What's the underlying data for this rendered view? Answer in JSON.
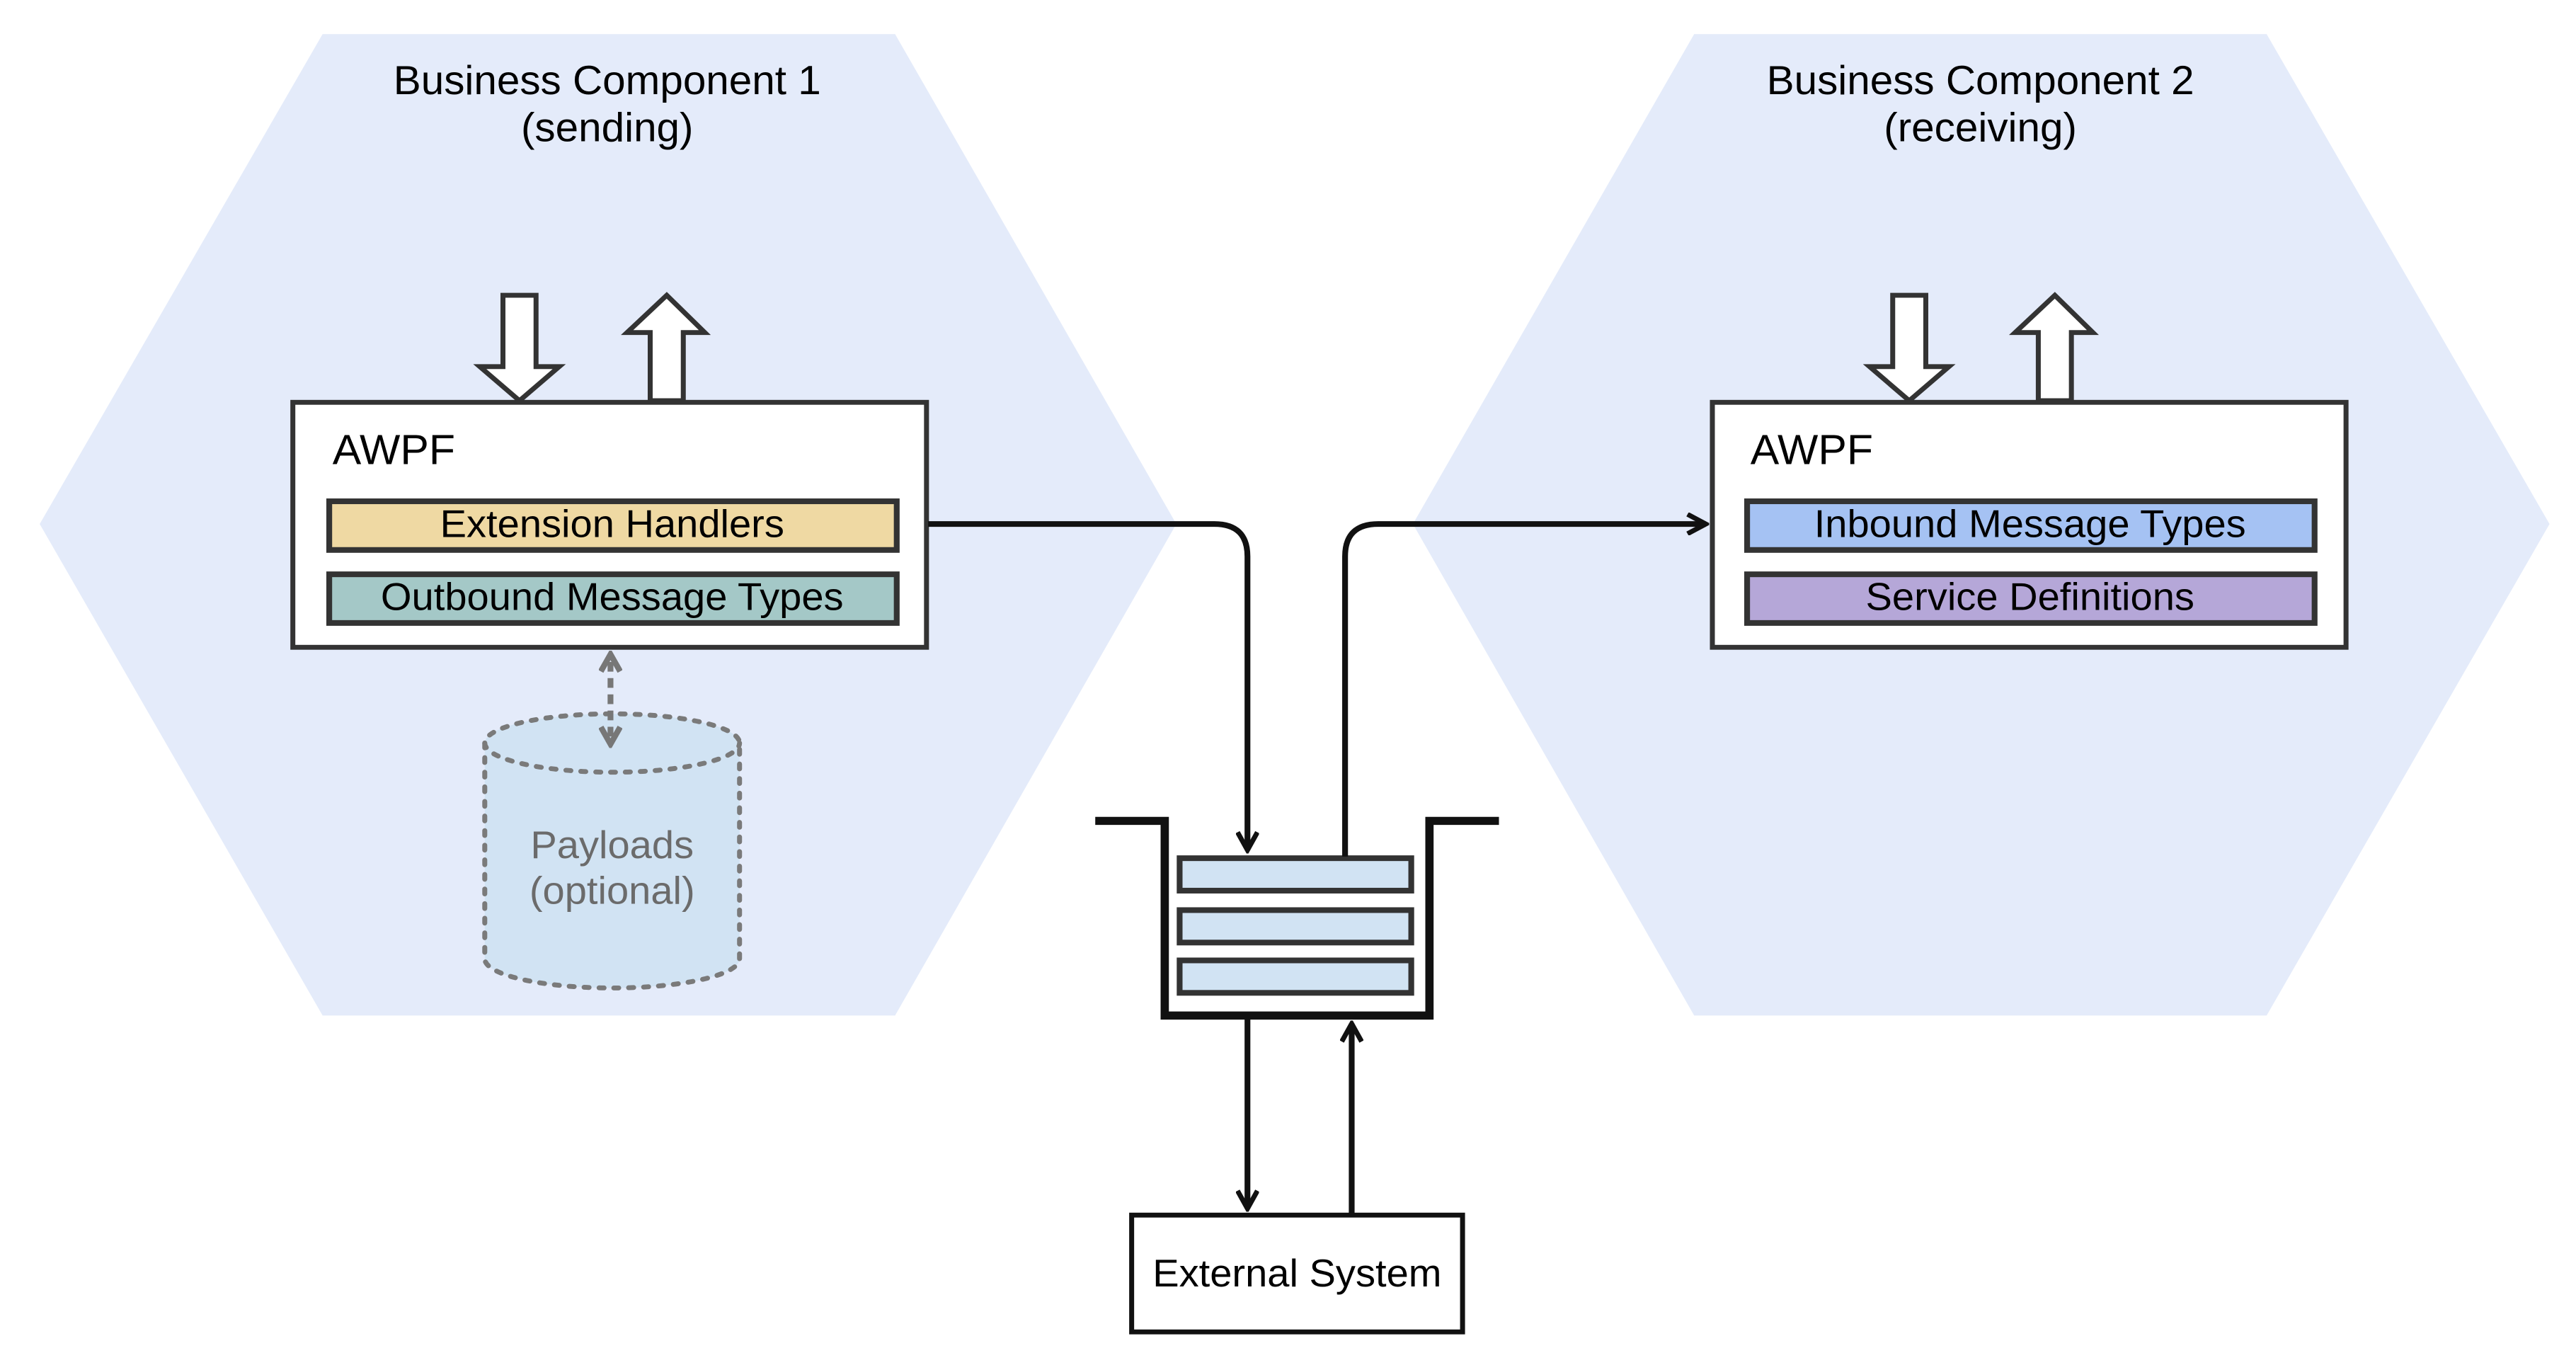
{
  "colors": {
    "hexagon_fill": "#e4ebfa",
    "extension_handlers": "#efd9a3",
    "outbound_message_types": "#a4c8c7",
    "inbound_message_types": "#a5c2f3",
    "service_definitions": "#b5a7d8",
    "payload_store": "#d1e3f3",
    "queue_slot": "#d1e3f3"
  },
  "component_1": {
    "title_line1": "Business Component 1",
    "title_line2": "(sending)",
    "awpf_label": "AWPF",
    "extension_handlers": "Extension Handlers",
    "outbound_message_types": "Outbound Message Types",
    "payloads_line1": "Payloads",
    "payloads_line2": "(optional)"
  },
  "component_2": {
    "title_line1": "Business Component 2",
    "title_line2": "(receiving)",
    "awpf_label": "AWPF",
    "inbound_message_types": "Inbound Message Types",
    "service_definitions": "Service Definitions"
  },
  "external_system": {
    "label": "External System"
  },
  "icons": [
    "down-arrow-icon",
    "up-arrow-icon",
    "database-icon",
    "message-queue-icon"
  ]
}
